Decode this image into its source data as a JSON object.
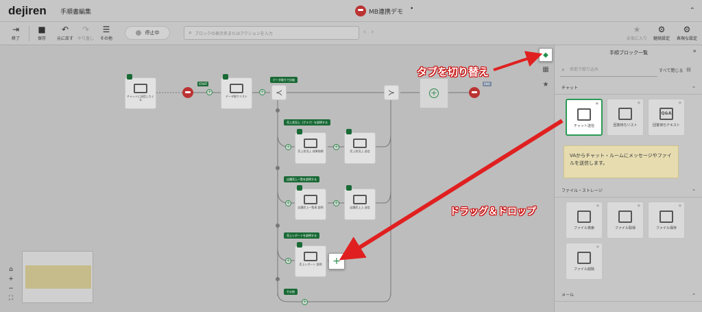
{
  "header": {
    "logo": "dejiren",
    "page_title": "手順書編集",
    "doc_title": "MB連携デモ",
    "unsaved_mark": "•"
  },
  "toolbar": {
    "exit": "終了",
    "save": "保存",
    "undo": "元に戻す",
    "redo": "やり直し",
    "other": "その他",
    "status": "停止中",
    "search_placeholder": "ブロックの表示名またはアクションを入力",
    "favorites": "お気に入り",
    "continuation": "継続設定",
    "display": "表現な設定"
  },
  "canvas": {
    "nodes": {
      "chat_send": "チャットに送信したくる",
      "data_list": "データ取りリスト",
      "img1": "売上状況上 成果物期",
      "chat1": "売上状況上 送信",
      "img2": "店舗売上一覧表 説明",
      "chat2": "店舗売上上 送信",
      "report": "売上レポート 説明"
    },
    "groups": {
      "data_split": "データ取りで分岐",
      "g1": "売上状況上（グラフ）を説明する",
      "g2": "店舗売上一覧を説明する",
      "g3": "売上レポートを説明する",
      "other": "その他"
    },
    "tags": {
      "start": "START",
      "end": "END"
    }
  },
  "palette": {
    "title": "手順ブロック一覧",
    "search_placeholder": "名前で絞り込み",
    "close_all": "すべて閉じる",
    "sections": {
      "chat": "チャット",
      "file": "ファイル・ストレージ",
      "mail": "メール"
    },
    "chat_tiles": [
      "チャット送信",
      "回答待ちリスト",
      "回答待ちテキスト"
    ],
    "file_tiles": [
      "ファイル検索",
      "ファイル取得",
      "ファイル保存",
      "ファイル削除"
    ],
    "tooltip": "VAからチャット・ルームにメッセージやファイルを送信します。"
  },
  "annotations": {
    "tab_switch": "タブを切り替え",
    "drag_drop": "ドラッグ＆ドロップ"
  },
  "colors": {
    "accent": "#1a6a36",
    "annotation": "#e02020"
  }
}
